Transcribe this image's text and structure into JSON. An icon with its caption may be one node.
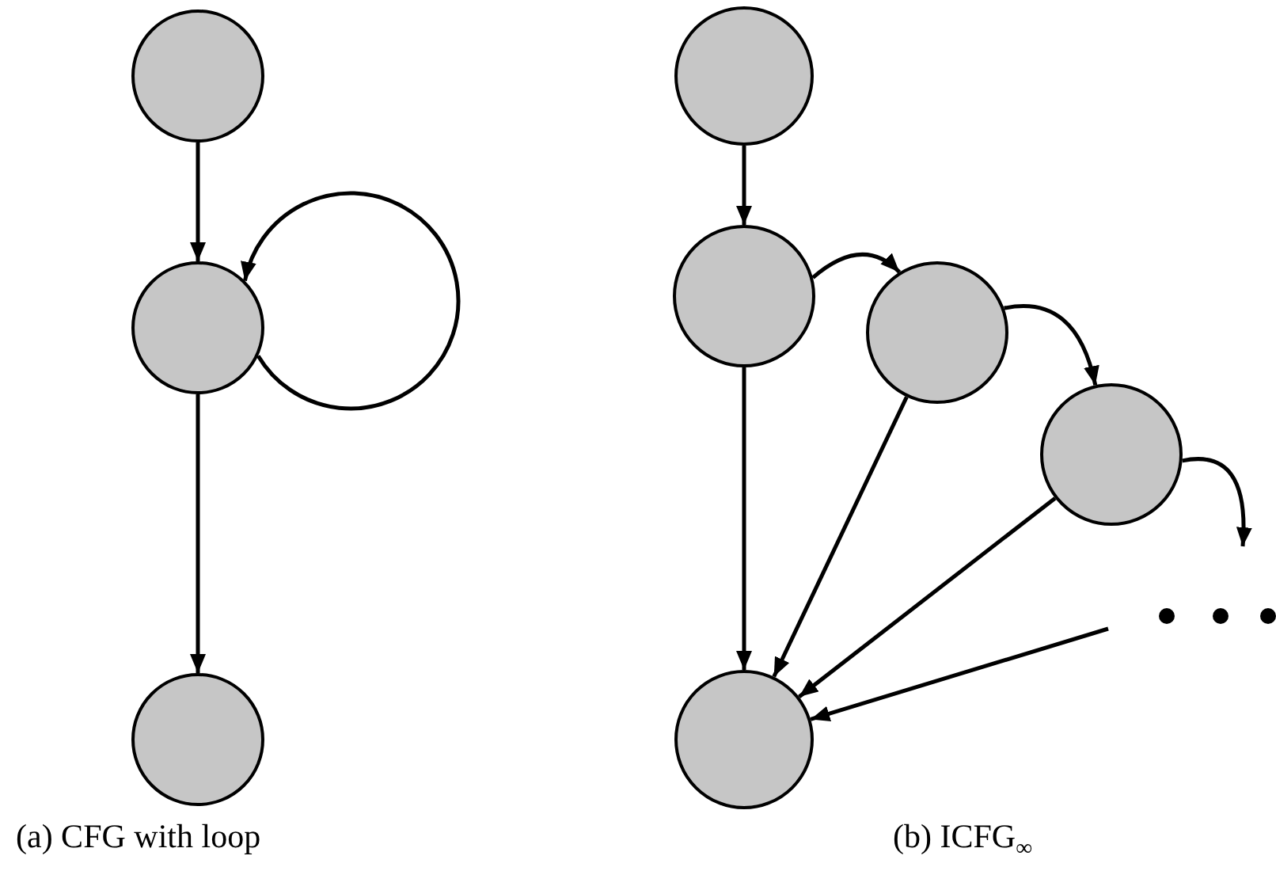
{
  "diagram": {
    "nodes": [
      {
        "text": [],
        "shape": "circle"
      },
      {
        "text": [],
        "shape": "circle"
      },
      {
        "text": [],
        "shape": "circle"
      },
      {
        "text": [],
        "shape": "circle"
      },
      {
        "text": [],
        "shape": "circle"
      },
      {
        "text": [],
        "shape": "circle"
      },
      {
        "text": [],
        "shape": "circle"
      },
      {
        "text": [],
        "shape": "circle"
      }
    ],
    "edges": [
      {
        "from": 0,
        "to": 1,
        "arrow": "to"
      },
      {
        "from": 1,
        "to": 1,
        "arrow": "to"
      },
      {
        "from": 1,
        "to": 2,
        "arrow": "to"
      },
      {
        "from": 3,
        "to": 4,
        "arrow": "to"
      },
      {
        "from": 4,
        "to": 5,
        "arrow": "to"
      },
      {
        "from": 5,
        "to": 6,
        "arrow": "to"
      },
      {
        "from": 6,
        "to": null,
        "arrow": "to"
      },
      {
        "from": 4,
        "to": 7,
        "arrow": "to"
      },
      {
        "from": 5,
        "to": 7,
        "arrow": "to"
      },
      {
        "from": 6,
        "to": 7,
        "arrow": "to"
      },
      {
        "from": null,
        "to": 7,
        "arrow": "to"
      }
    ],
    "labels": [
      "(a) CFG with loop",
      "(b) ICFG$_{∞}$"
    ]
  }
}
